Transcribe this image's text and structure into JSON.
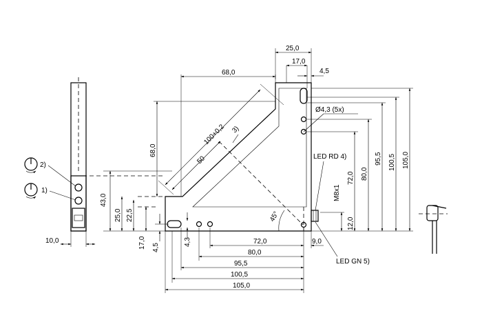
{
  "dimensions": {
    "top_25": "25,0",
    "top_17": "17,0",
    "top_4_5": "4,5",
    "top_68": "68,0",
    "diag_100": "100+0,2",
    "diag_50": "50",
    "left_68": "68,0",
    "left_43": "43,0",
    "left_25": "25,0",
    "left_22_5": "22,5",
    "left_17": "17,0",
    "left_4_5": "4,5",
    "left_4_3": "4,3",
    "bottom_72": "72,0",
    "bottom_9": "9,0",
    "bottom_80": "80,0",
    "bottom_95_5": "95,5",
    "bottom_100_5": "100,5",
    "bottom_105": "105,0",
    "right_72": "72,0",
    "right_80": "80,0",
    "right_95_5": "95,5",
    "right_100_5": "100,5",
    "right_105": "105,0",
    "right_12": "12,0",
    "side_10": "10,0",
    "angle_45": "45°",
    "hole_spec": "Ø4,3  (5x)",
    "thread": "M8x1"
  },
  "labels": {
    "led_rd": "LED RD 4)",
    "led_gn": "LED GN 5)",
    "note_3": "3)",
    "note_2": "2)",
    "note_1": "1)"
  },
  "icons": {
    "pot2": "potentiometer-icon",
    "pot1": "potentiometer-icon"
  }
}
